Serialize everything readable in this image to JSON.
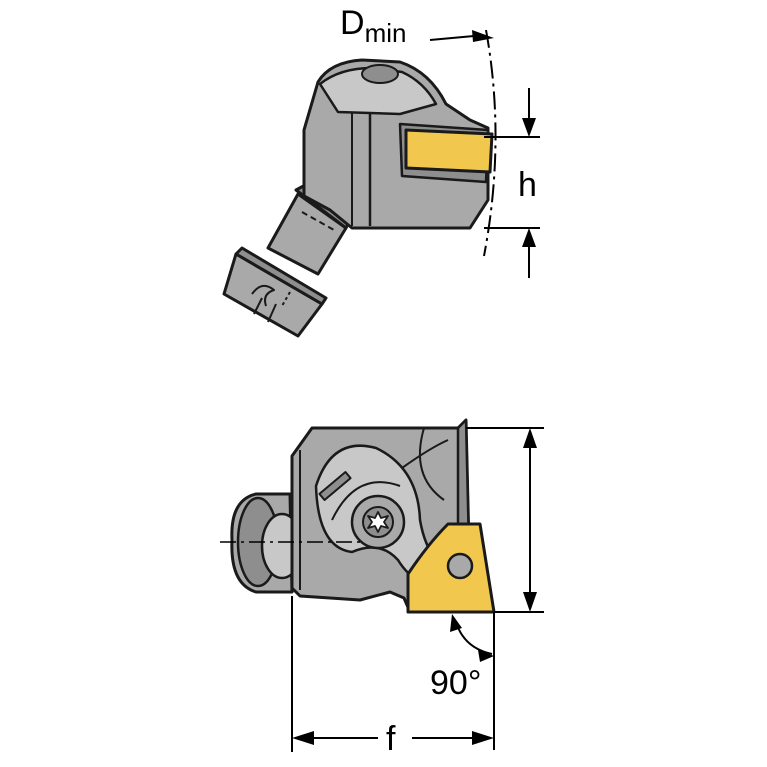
{
  "labels": {
    "dmin_main": "D",
    "dmin_sub": "min",
    "h": "h",
    "angle": "90°",
    "f": "f"
  },
  "colors": {
    "body": "#a9a9a9",
    "body_dark": "#8e8e8e",
    "body_light": "#c8c8c8",
    "insert": "#f2c74e",
    "outline": "#1a1a1a",
    "dimension": "#000000"
  }
}
